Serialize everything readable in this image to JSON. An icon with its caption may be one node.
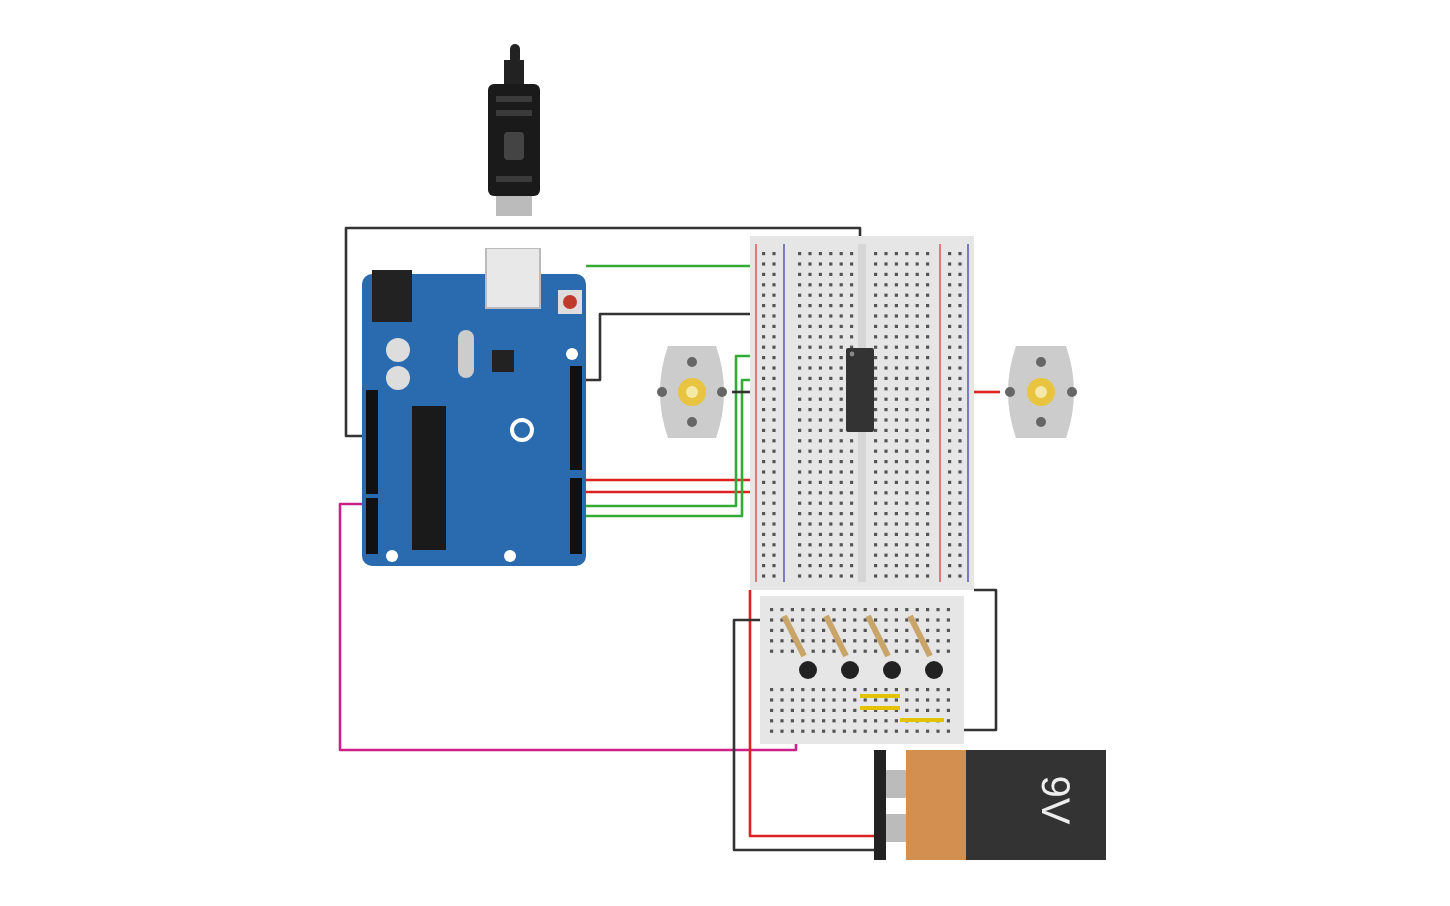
{
  "diagram": {
    "nodes": [
      {
        "text": [],
        "shape": "picture"
      },
      {
        "text": [],
        "shape": "picture"
      },
      {
        "text": [],
        "shape": "picture"
      },
      {
        "text": [],
        "shape": "picture"
      },
      {
        "text": [],
        "shape": "picture"
      },
      {
        "text": [],
        "shape": "picture",
        "in": 2
      },
      {
        "text": [],
        "shape": "picture"
      },
      {
        "text": [
          "9V"
        ]
      }
    ],
    "edges": [
      {
        "from": 1,
        "to": 2,
        "arrow": "none",
        "color": "#333333"
      },
      {
        "from": 1,
        "to": 2,
        "arrow": "none",
        "color": "#33aa33"
      },
      {
        "from": 1,
        "to": 2,
        "arrow": "none",
        "color": "#333333"
      },
      {
        "from": 1,
        "to": 2,
        "arrow": "none",
        "color": "#dd2222"
      },
      {
        "from": 1,
        "to": 2,
        "arrow": "none",
        "color": "#dd2222"
      },
      {
        "from": 1,
        "to": 2,
        "arrow": "none",
        "color": "#33aa33"
      },
      {
        "from": 1,
        "to": 2,
        "arrow": "none",
        "color": "#33aa33"
      },
      {
        "from": 3,
        "to": 2,
        "arrow": "none",
        "color": "#333333"
      },
      {
        "from": 4,
        "to": 2,
        "arrow": "none",
        "color": "#dd2222"
      },
      {
        "from": 1,
        "to": 6,
        "arrow": "none",
        "color": "#cc2288"
      },
      {
        "from": 7,
        "to": 2,
        "arrow": "none",
        "color": "#dd2222"
      },
      {
        "from": 7,
        "to": 6,
        "arrow": "none",
        "color": "#333333"
      },
      {
        "from": 6,
        "to": 2,
        "arrow": "none",
        "color": "#333333"
      }
    ]
  }
}
